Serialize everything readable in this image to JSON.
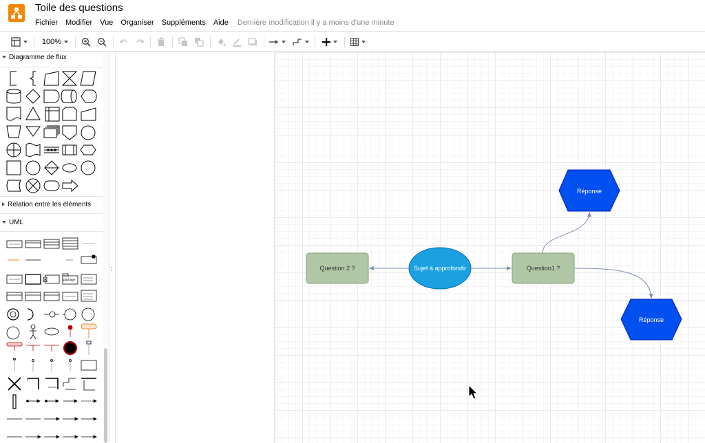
{
  "app": {
    "title": "Toile des questions",
    "logo_color": "#f08705"
  },
  "menu": {
    "items": [
      "Fichier",
      "Modifier",
      "Vue",
      "Organiser",
      "Suppléments",
      "Aide"
    ],
    "last_modified": "Dernière modification il y a moins d'une minute"
  },
  "toolbar": {
    "zoom": "100%",
    "icons": [
      "format-panel-icon",
      "zoom-in-icon",
      "zoom-out-icon",
      "undo-icon",
      "redo-icon",
      "delete-icon",
      "to-front-icon",
      "to-back-icon",
      "fill-color-icon",
      "line-color-icon",
      "shadow-icon",
      "connection-icon",
      "waypoints-icon",
      "insert-icon",
      "table-icon"
    ]
  },
  "sidebar": {
    "sections": [
      {
        "label": "Diagramme de flux",
        "expanded": true
      },
      {
        "label": "Relation entre les éléments",
        "expanded": false
      },
      {
        "label": "UML",
        "expanded": true
      }
    ],
    "uml_tiny_labels": {
      "package": "package"
    }
  },
  "diagram": {
    "nodes": {
      "center": {
        "label": "Sujet à approfondir",
        "fill": "#1ba1e2",
        "shape": "ellipse"
      },
      "q1": {
        "label": "Question1 ?",
        "fill": "#b0c7a6",
        "shape": "rounded-rect"
      },
      "q2": {
        "label": "Question 2 ?",
        "fill": "#b0c7a6",
        "shape": "rounded-rect"
      },
      "r1": {
        "label": "Réponse",
        "fill": "#0050ef",
        "shape": "hexagon"
      },
      "r2": {
        "label": "Réponse",
        "fill": "#0050ef",
        "shape": "hexagon"
      }
    },
    "edge_color": "#7f8db3"
  }
}
